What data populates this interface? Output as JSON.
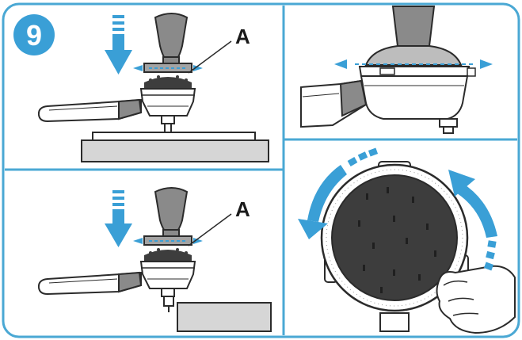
{
  "step_number": "9",
  "part_label": "A",
  "colors": {
    "frame": "#4aa8d4",
    "accent": "#3a9fd6",
    "outline": "#2b2b2b",
    "surface": "#d9d9d9",
    "coffee": "#3d3d3d",
    "tamper_handle": "#8a8a8a"
  },
  "panels": [
    {
      "id": "tamp-on-counter",
      "icons": [
        "down-arrow-icon",
        "tamper-icon",
        "portafilter-icon",
        "counter-icon"
      ]
    },
    {
      "id": "tamp-on-edge",
      "icons": [
        "down-arrow-icon",
        "tamper-icon",
        "portafilter-icon",
        "counter-icon"
      ]
    },
    {
      "id": "level-check",
      "icons": [
        "level-indicator-icon",
        "portafilter-icon"
      ]
    },
    {
      "id": "rotate-tamp",
      "icons": [
        "rotate-clockwise-icon",
        "rotate-counterclockwise-icon",
        "hand-icon"
      ]
    }
  ]
}
